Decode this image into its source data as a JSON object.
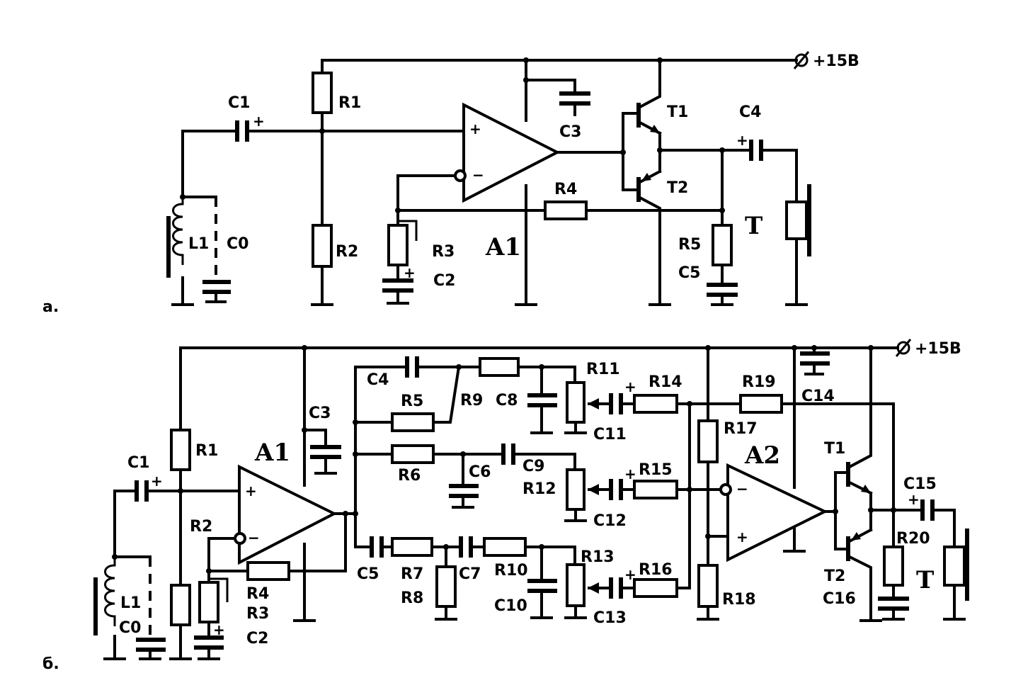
{
  "supply_label": "+15В",
  "circuit_a": {
    "tag": "а.",
    "labels": {
      "C1": "C1",
      "R1": "R1",
      "R2": "R2",
      "L1": "L1",
      "C0": "C0",
      "R3": "R3",
      "C2": "C2",
      "A1": "A1",
      "C3": "C3",
      "R4": "R4",
      "T1": "T1",
      "T2": "T2",
      "C4": "C4",
      "R5": "R5",
      "C5": "C5",
      "T": "T",
      "plus": "+",
      "minus": "−"
    }
  },
  "circuit_b": {
    "tag": "б.",
    "labels": {
      "C1": "C1",
      "R1": "R1",
      "R2": "R2",
      "L1": "L1",
      "C0": "C0",
      "R3": "R3",
      "R4": "R4",
      "C2": "C2",
      "A1": "A1",
      "C3": "C3",
      "C4": "C4",
      "R5": "R5",
      "R9": "R9",
      "C8": "C8",
      "R11": "R11",
      "C11": "C11",
      "R14": "R14",
      "R6": "R6",
      "C6": "C6",
      "C9": "C9",
      "R12": "R12",
      "C12": "C12",
      "R15": "R15",
      "C5": "C5",
      "R7": "R7",
      "R8": "R8",
      "C7": "C7",
      "R10": "R10",
      "C10": "C10",
      "R13": "R13",
      "C13": "C13",
      "R16": "R16",
      "R17": "R17",
      "R18": "R18",
      "R19": "R19",
      "A2": "A2",
      "C14": "C14",
      "T1": "T1",
      "T2": "T2",
      "C15": "C15",
      "R20": "R20",
      "C16": "C16",
      "T": "T",
      "plus": "+",
      "minus": "−"
    }
  }
}
